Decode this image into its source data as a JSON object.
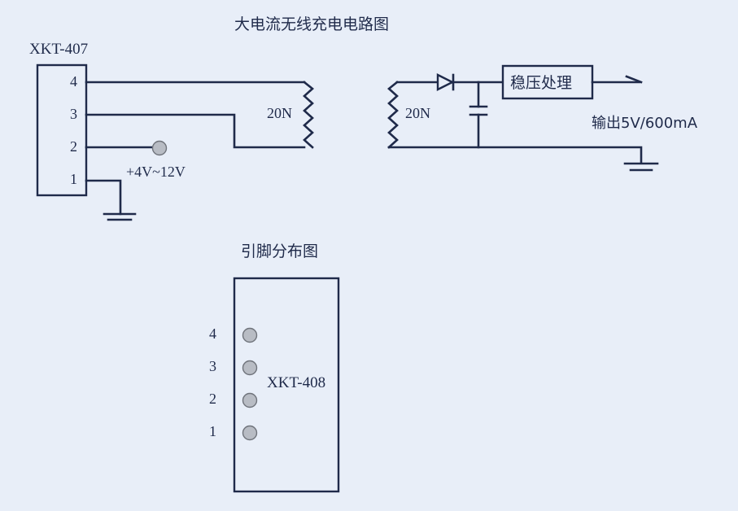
{
  "title": "大电流无线充电电路图",
  "tx_module": {
    "name": "XKT-407",
    "pins": [
      "4",
      "3",
      "2",
      "1"
    ],
    "coil_label": "20N",
    "supply_label": "+4V~12V"
  },
  "rx_circuit": {
    "coil_label": "20N",
    "regulator_label": "稳压处理",
    "output_label": "输出5V/600mA"
  },
  "pinout": {
    "title": "引脚分布图",
    "name": "XKT-408",
    "pins": [
      "4",
      "3",
      "2",
      "1"
    ]
  },
  "colors": {
    "background": "#e8eef8",
    "line": "#1f2a4a",
    "pin_fill": "#b8bcc4"
  }
}
